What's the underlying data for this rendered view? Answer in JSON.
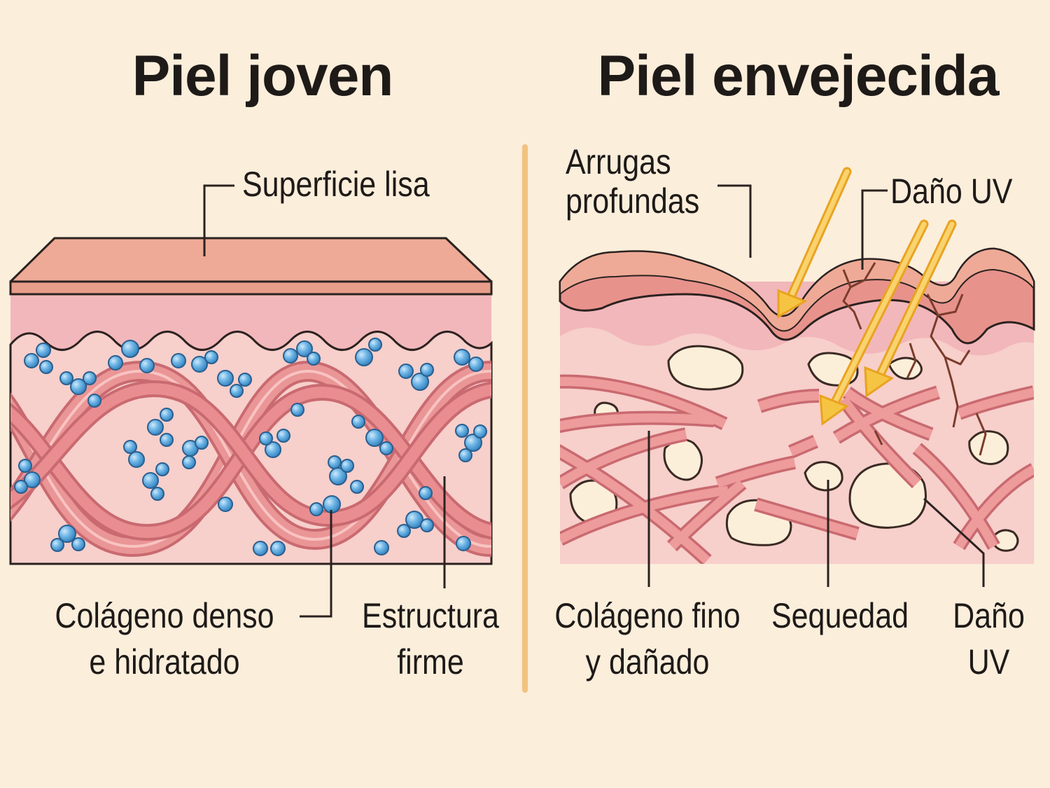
{
  "left_panel": {
    "title": "Piel joven",
    "labels": {
      "surface": "Superficie lisa",
      "collagen_line1": "Colágeno denso",
      "collagen_line2": "e hidratado",
      "structure_line1": "Estructura",
      "structure_line2": "firme"
    }
  },
  "right_panel": {
    "title": "Piel envejecida",
    "labels": {
      "wrinkles_line1": "Arrugas",
      "wrinkles_line2": "profundas",
      "uv_top": "Daño UV",
      "collagen_line1": "Colágeno fino",
      "collagen_line2": "y dañado",
      "dryness": "Sequedad",
      "uv_bottom_line1": "Daño",
      "uv_bottom_line2": "UV"
    }
  },
  "colors": {
    "background": "#fbeedb",
    "epidermis": "#eeaa96",
    "dermis": "#f2b7ba",
    "collagen": "#e58a8c",
    "water": "#4aa2da",
    "uv": "#f6c443",
    "divider": "#f2c27f"
  }
}
